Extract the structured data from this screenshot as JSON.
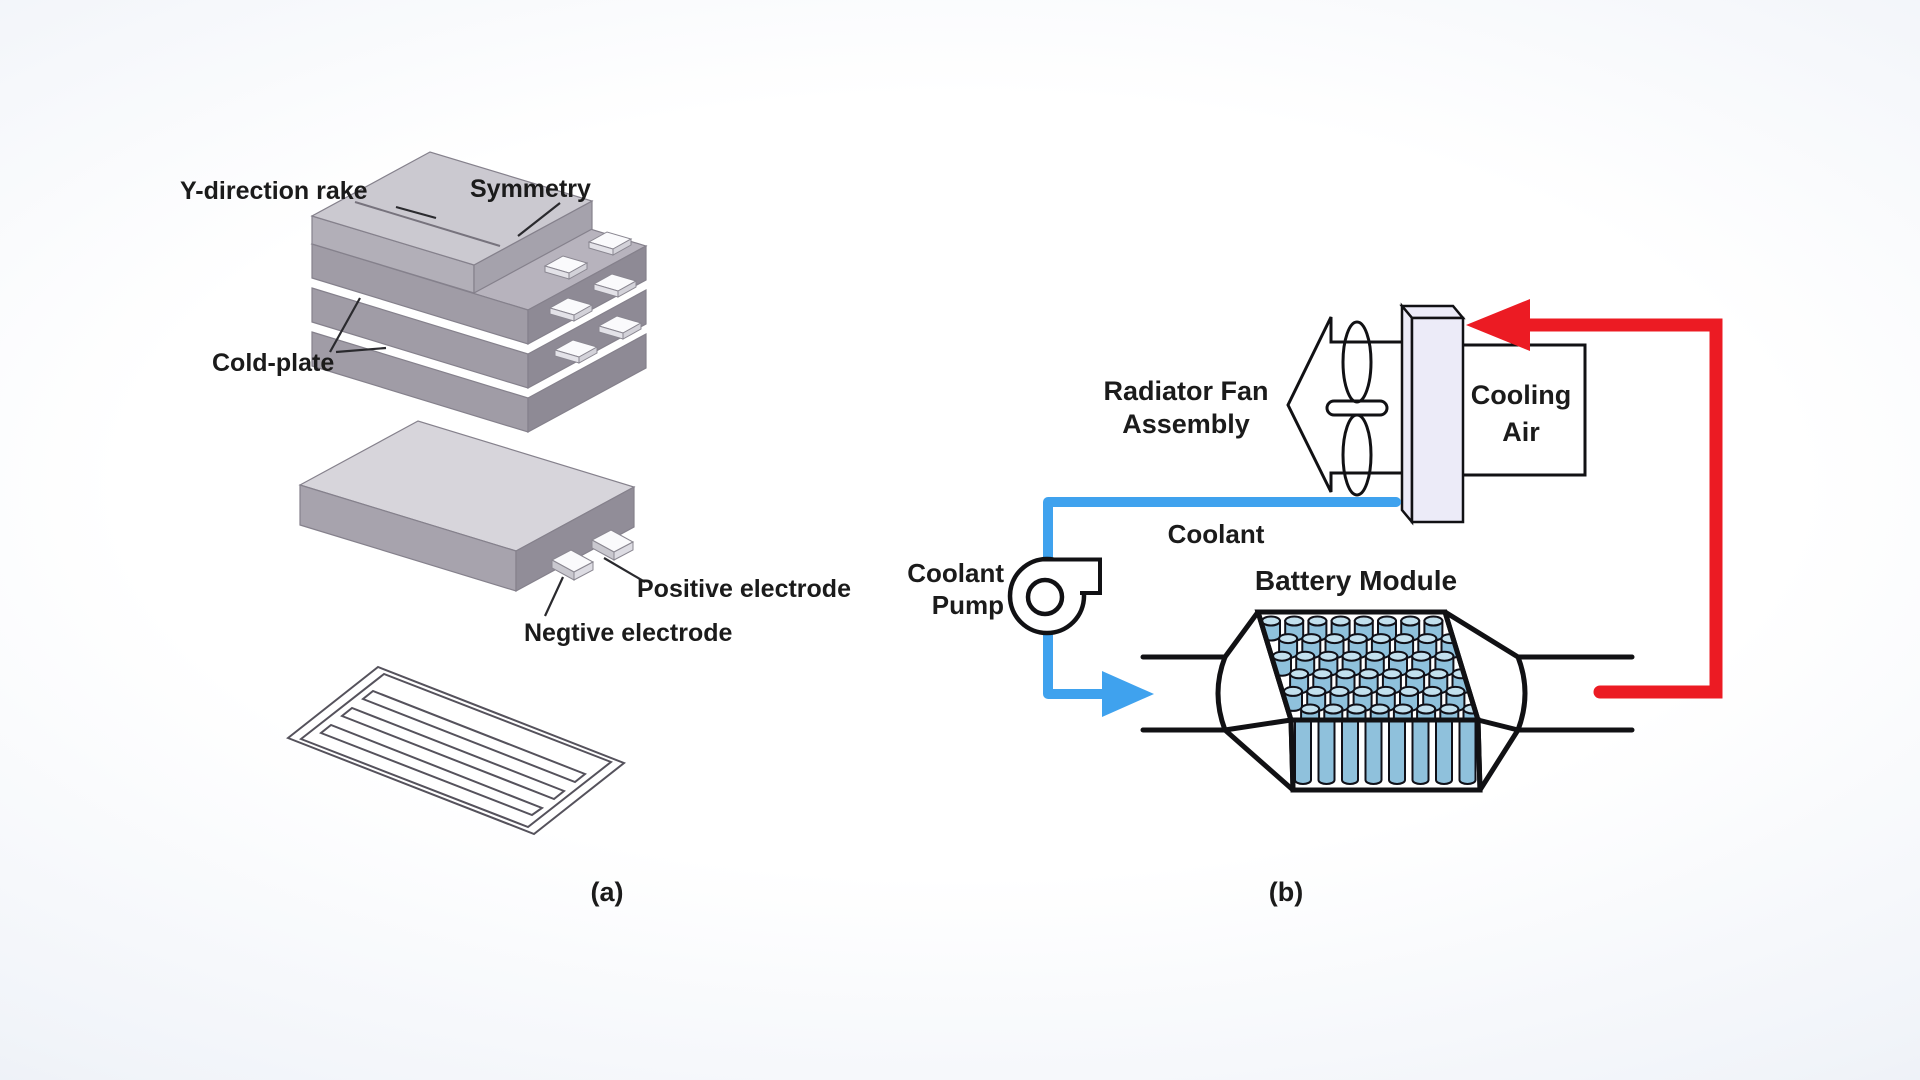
{
  "figure": {
    "panel_a": {
      "caption": "(a)",
      "labels": {
        "y_direction_rake": "Y-direction rake",
        "symmetry": "Symmetry",
        "cold_plate": "Cold-plate",
        "positive_electrode": "Positive electrode",
        "negative_electrode": "Negtive electrode"
      }
    },
    "panel_b": {
      "caption": "(b)",
      "labels": {
        "radiator_fan_line1": "Radiator Fan",
        "radiator_fan_line2": "Assembly",
        "cooling_air_line1": "Cooling",
        "cooling_air_line2": "Air",
        "coolant": "Coolant",
        "coolant_pump_line1": "Coolant",
        "coolant_pump_line2": "Pump",
        "battery_module": "Battery Module"
      }
    },
    "colors": {
      "hot_loop_red": "#ec1b23",
      "coolant_blue": "#3fa2ee",
      "battery_cell_blue": "#8fc1dc",
      "battery_cell_top_blue": "#c2e0ee",
      "diagram_outline": "#111114",
      "plate_gray": "#a09ca6",
      "plate_light_gray": "#cbc9d0",
      "fan_fill_lavender": "#e9e8f6",
      "text": "#1b1b1b"
    }
  }
}
